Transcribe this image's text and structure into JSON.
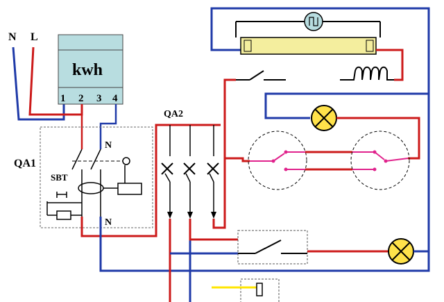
{
  "labels": {
    "neutral": "N",
    "live": "L",
    "meter": "kwh",
    "terminal_1": "1",
    "terminal_2": "2",
    "terminal_3": "3",
    "terminal_4": "4",
    "qa1": "QA1",
    "qa2": "QA2",
    "sbt": "SBT",
    "n_top": "N",
    "n_bottom": "N"
  },
  "colors": {
    "live_wire": "#cc1a1a",
    "neutral_wire": "#1f3aa8",
    "switch_wire": "#e0228c",
    "lamp": "#ffe24a",
    "tube": "#f4ee9e",
    "meter": "#b8dde0",
    "yellow_wire": "#ffe600"
  },
  "icons": [
    "lamp-icon",
    "fluorescent-tube-icon",
    "starter-icon",
    "ballast-icon",
    "breaker-icon",
    "two-way-switch-icon",
    "socket-icon"
  ]
}
